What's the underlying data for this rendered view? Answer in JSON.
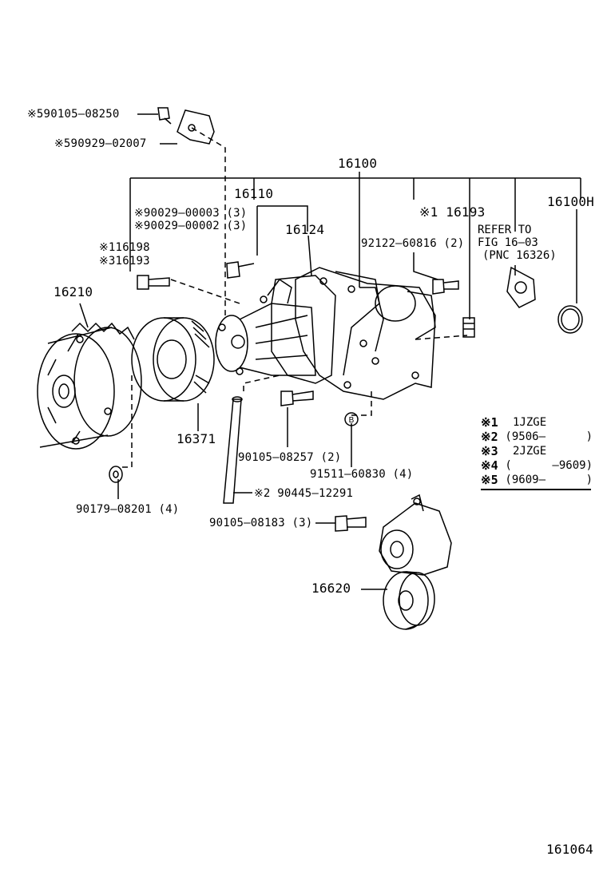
{
  "parts": {
    "p_90105_08250": "※590105–08250",
    "p_90929_02007": "※590929–02007",
    "p_16100": "16100",
    "p_16110": "16110",
    "p_16100H": "16100H",
    "p_90029_00003": "※90029–00003 (3)",
    "p_90029_00002": "※90029–00002 (3)",
    "p_16193_1": "※1 16193",
    "p_16124": "16124",
    "p_92122_60816": "92122–60816 (2)",
    "p_116198": "※116198",
    "p_316193": "※316193",
    "p_16210": "16210",
    "p_16371": "16371",
    "p_90105_08257": "90105–08257 (2)",
    "p_91511_60830": "91511–60830 (4)",
    "p_90179_08201": "90179–08201 (4)",
    "p_90445_12291": "※2 90445–12291",
    "p_90105_08183": "90105–08183 (3)",
    "p_16620": "16620",
    "figure_number": "161064"
  },
  "refer_note": {
    "line1": "REFER TO",
    "line2": "FIG 16–03",
    "line3": "(PNC 16326)"
  },
  "legend": [
    {
      "key": "※1",
      "value": "1JZGE"
    },
    {
      "key": "※2",
      "value": "(9506–      )"
    },
    {
      "key": "※3",
      "value": "2JZGE"
    },
    {
      "key": "※4",
      "value": "(      –9609)"
    },
    {
      "key": "※5",
      "value": "(9609–      )"
    }
  ]
}
